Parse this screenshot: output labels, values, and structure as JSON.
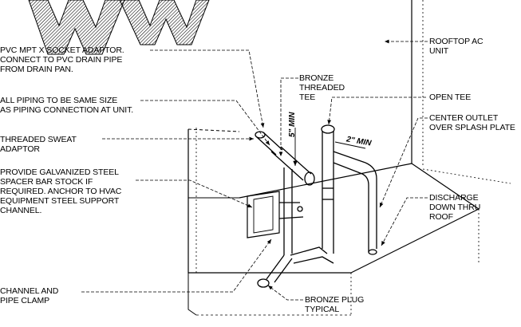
{
  "watermark": "WWW",
  "labels": {
    "pvc_adaptor": "PVC MPT X SOCKET ADAPTOR.\nCONNECT TO PVC DRAIN PIPE\nFROM DRAIN PAN.",
    "piping_size": "ALL PIPING TO BE SAME SIZE\nAS PIPING CONNECTION AT UNIT.",
    "threaded_sweat": "THREADED SWEAT\nADAPTOR",
    "spacer_bar": "PROVIDE GALVANIZED STEEL\nSPACER BAR STOCK IF\nREQUIRED. ANCHOR TO HVAC\nEQUIPMENT STEEL SUPPORT\nCHANNEL.",
    "channel_clamp": "CHANNEL AND\nPIPE CLAMP",
    "bronze_tee": "BRONZE\nTHREADED\nTEE",
    "rooftop_unit": "ROOFTOP AC\nUNIT",
    "open_tee": "OPEN TEE",
    "center_outlet": "CENTER OUTLET\nOVER SPLASH PLATE",
    "discharge": "DISCHARGE\nDOWN THRU\nROOF",
    "bronze_plug": "BRONZE PLUG\nTYPICAL"
  },
  "dimensions": {
    "five_min": "5\" MIN",
    "two_min": "2\" MIN"
  },
  "colors": {
    "ink": "#000000",
    "paper": "#ffffff",
    "watermark": "#000000"
  }
}
